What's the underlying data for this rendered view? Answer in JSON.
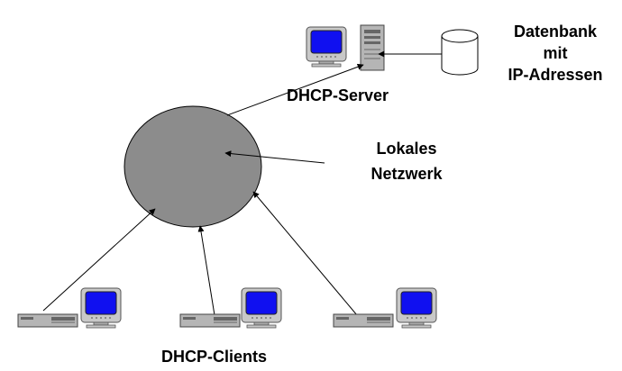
{
  "labels": {
    "database_line1": "Datenbank",
    "database_line2": "mit",
    "database_line3": "IP-Adressen",
    "server": "DHCP-Server",
    "network_line1": "Lokales",
    "network_line2": "Netzwerk",
    "clients": "DHCP-Clients"
  },
  "colors": {
    "network_fill": "#8c8c8c",
    "screen_blue": "#1010f0",
    "monitor_body": "#c8c8c8",
    "line": "#000000"
  },
  "icons": {
    "server": "server-tower-icon",
    "database": "database-cylinder-icon",
    "monitor": "monitor-icon",
    "desktop_case": "desktop-case-icon"
  }
}
